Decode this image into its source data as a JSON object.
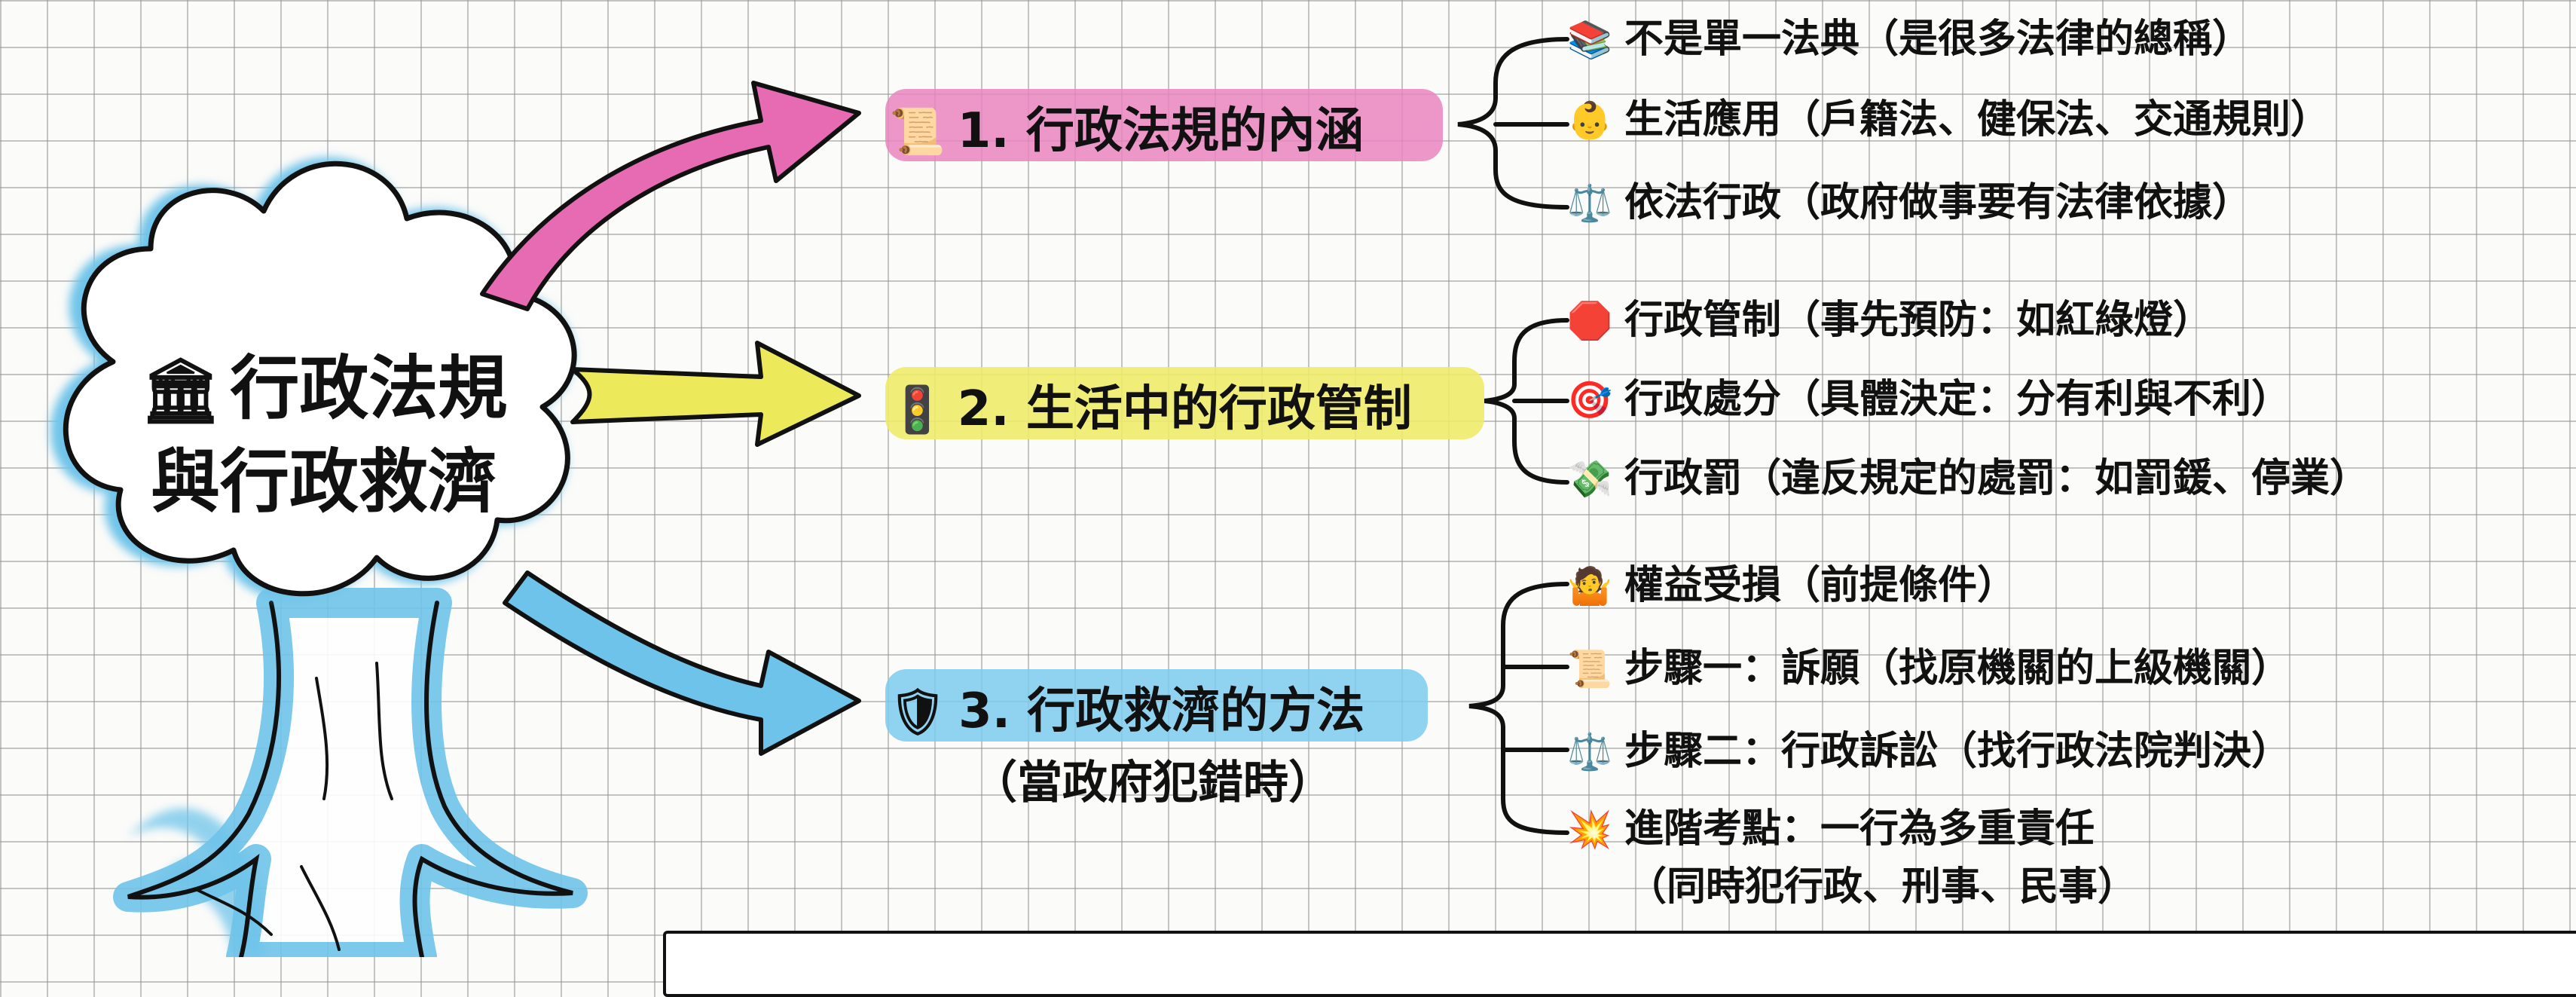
{
  "center": {
    "icon": "classical-building-icon",
    "emoji": "🏛",
    "line1": "行政法規",
    "line2": "與行政救濟"
  },
  "branches": [
    {
      "icon": "scroll-icon",
      "emoji": "📜",
      "label": "1. 行政法規的內涵",
      "color": "#e66bb2",
      "items": [
        {
          "icon": "books-icon",
          "emoji": "📚",
          "text": "不是單一法典（是很多法律的總稱）"
        },
        {
          "icon": "baby-icon",
          "emoji": "👶",
          "text": "生活應用（戶籍法、健保法、交通規則）"
        },
        {
          "icon": "scales-icon",
          "emoji": "⚖️",
          "text": "依法行政（政府做事要有法律依據）"
        }
      ]
    },
    {
      "icon": "traffic-light-icon",
      "emoji": "🚦",
      "label": "2. 生活中的行政管制",
      "color": "#ecea5a",
      "items": [
        {
          "icon": "stop-sign-icon",
          "emoji": "🛑",
          "text": "行政管制（事先預防：如紅綠燈）"
        },
        {
          "icon": "target-icon",
          "emoji": "🎯",
          "text": "行政處分（具體決定：分有利與不利）"
        },
        {
          "icon": "money-wings-icon",
          "emoji": "💸",
          "text": "行政罰（違反規定的處罰：如罰鍰、停業）"
        }
      ]
    },
    {
      "icon": "shield-icon",
      "emoji": "🛡",
      "label": "3. 行政救濟的方法",
      "sublabel": "（當政府犯錯時）",
      "color": "#6ec3ea",
      "items": [
        {
          "icon": "shrug-icon",
          "emoji": "🤷",
          "text": "權益受損（前提條件）"
        },
        {
          "icon": "scroll-icon",
          "emoji": "📜",
          "text": "步驟一：訴願（找原機關的上級機關）"
        },
        {
          "icon": "scales-icon",
          "emoji": "⚖️",
          "text": "步驟二：行政訴訟（找行政法院判決）"
        },
        {
          "icon": "collision-icon",
          "emoji": "💥",
          "text": "進階考點：一行為多重責任",
          "text2": "（同時犯行政、刑事、民事）"
        }
      ]
    }
  ]
}
